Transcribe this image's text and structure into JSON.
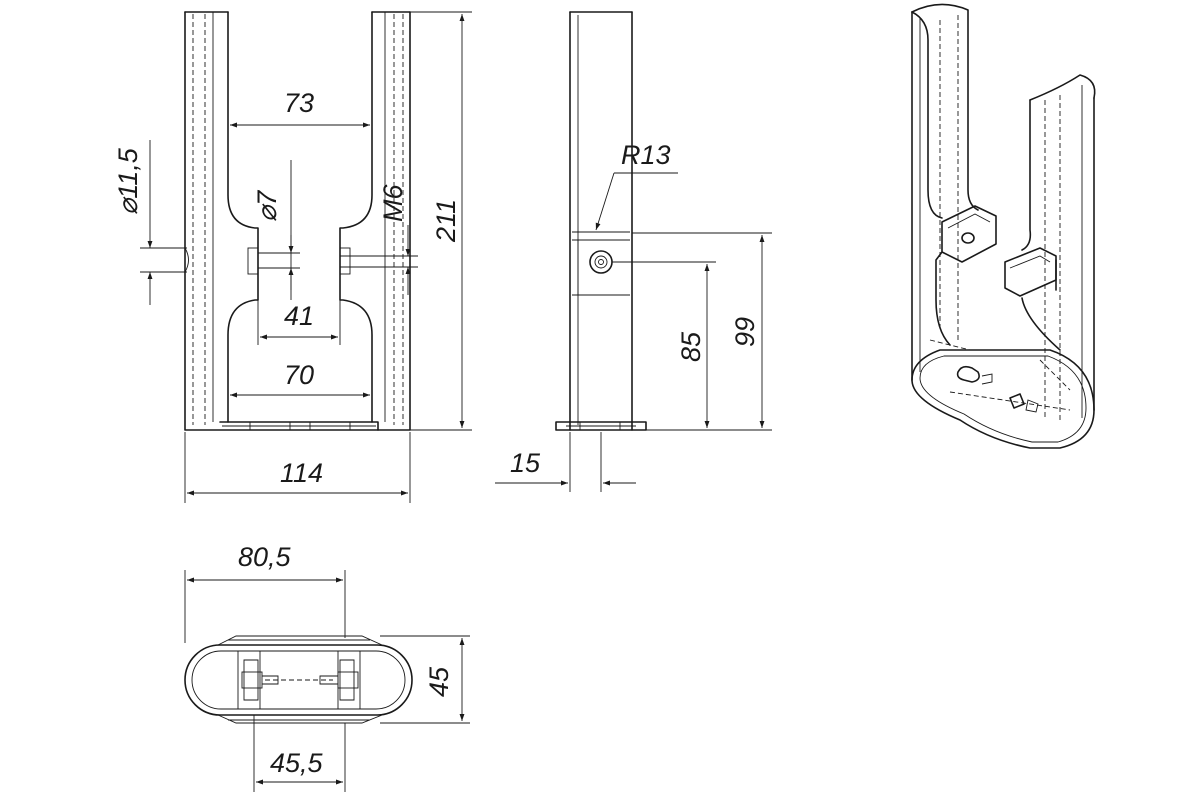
{
  "drawing": {
    "front_view": {
      "dim_width_top": "73",
      "dim_hole_diameter": "⌀7",
      "dim_thread": "M6",
      "dim_neck_width": "41",
      "dim_width_bottom": "70",
      "dim_total_width": "114",
      "dim_total_height": "211",
      "dim_pipe_diameter": "⌀11,5"
    },
    "side_view": {
      "dim_radius": "R13",
      "dim_hole_height": "85",
      "dim_slot_height": "99",
      "dim_base_thickness": "15"
    },
    "top_view": {
      "dim_length": "80,5",
      "dim_width": "45",
      "dim_inner": "45,5"
    }
  }
}
